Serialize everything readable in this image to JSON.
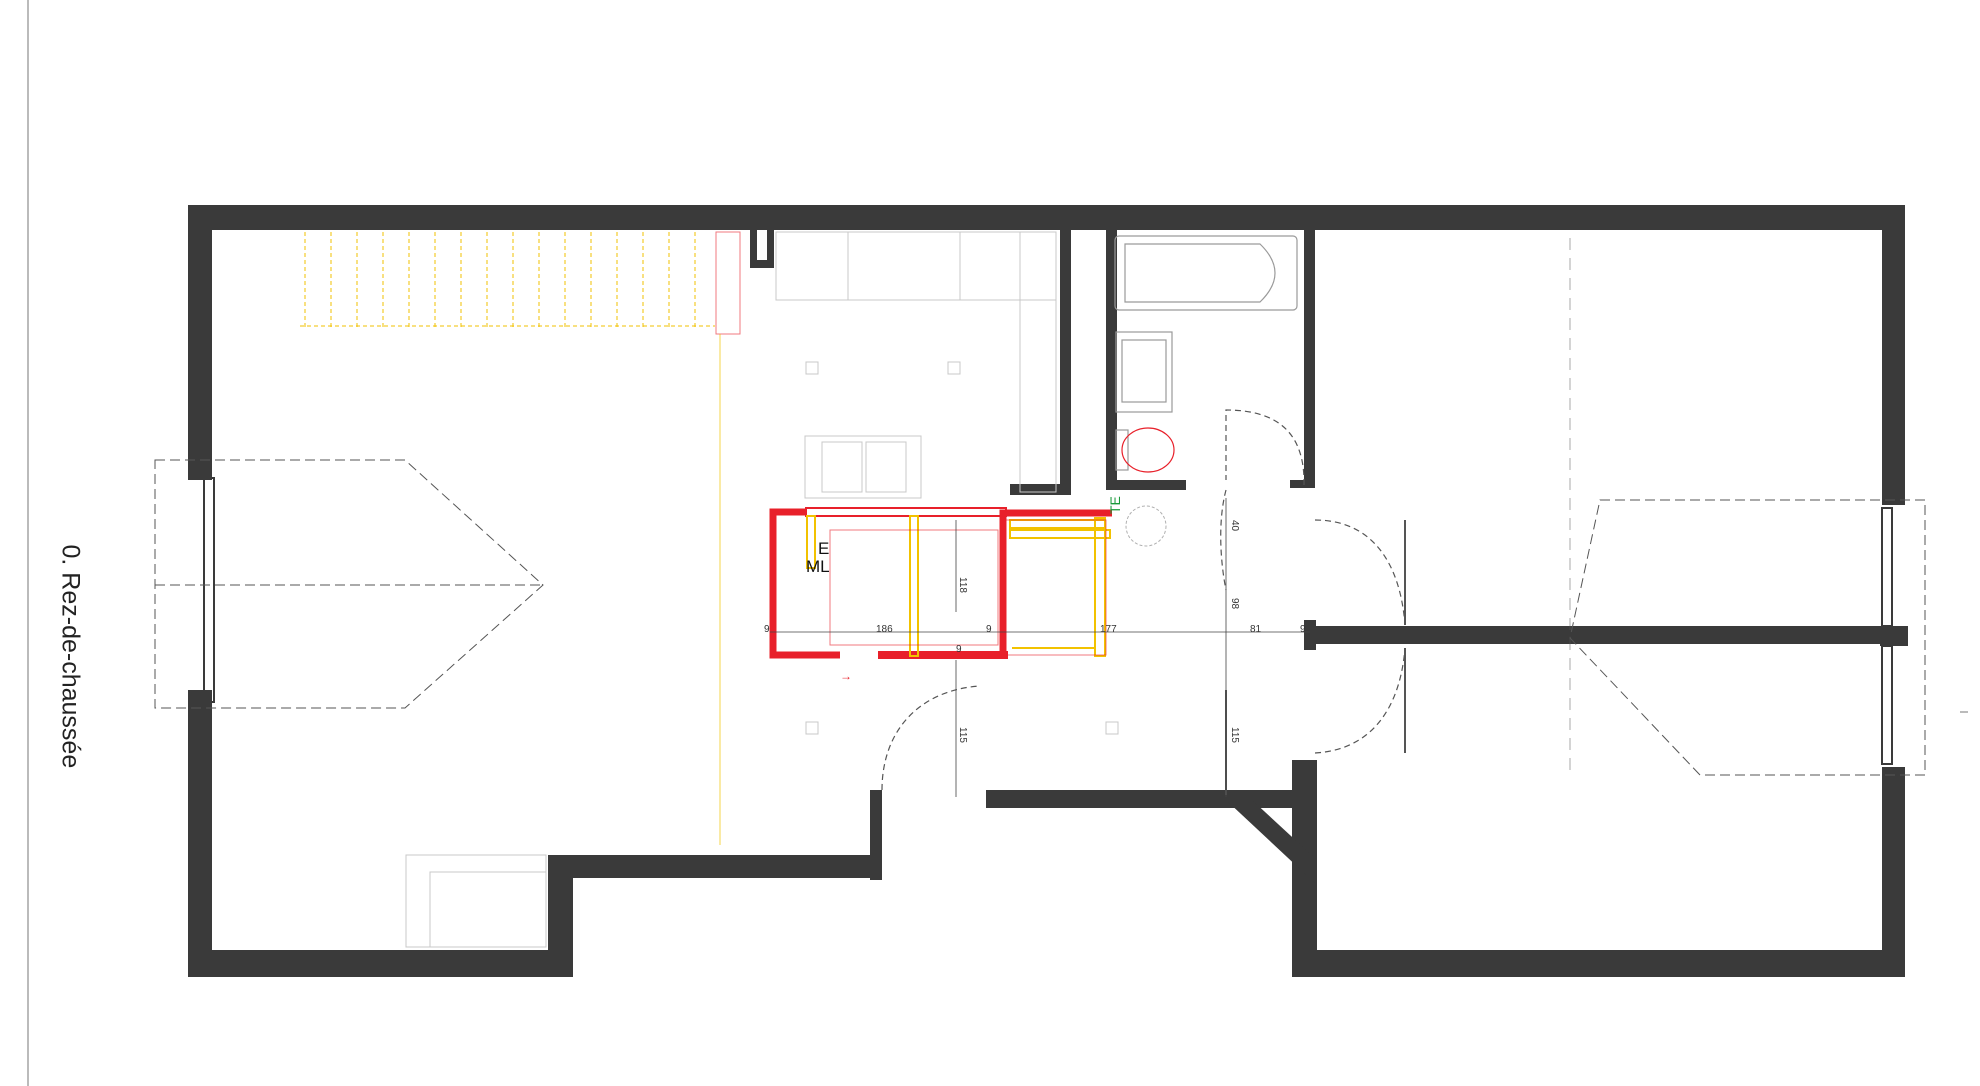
{
  "title": "0. Rez-de-chaussée",
  "labels": {
    "e": "E",
    "ml": "ML",
    "te": "TE"
  },
  "dimensions": {
    "d9_left": "9",
    "d186": "186",
    "d9_mid": "9",
    "d9_bottom": "9",
    "d177": "177",
    "d81": "81",
    "d9_right": "9",
    "d40": "40",
    "d98": "98",
    "d118": "118",
    "d115_left": "115",
    "d115_right": "115"
  },
  "colors": {
    "wall": "#3a3a3a",
    "new_wall": "#e8202a",
    "insulation": "#f2c200",
    "fixture": "#b8b8b8",
    "dashed": "#555555"
  }
}
